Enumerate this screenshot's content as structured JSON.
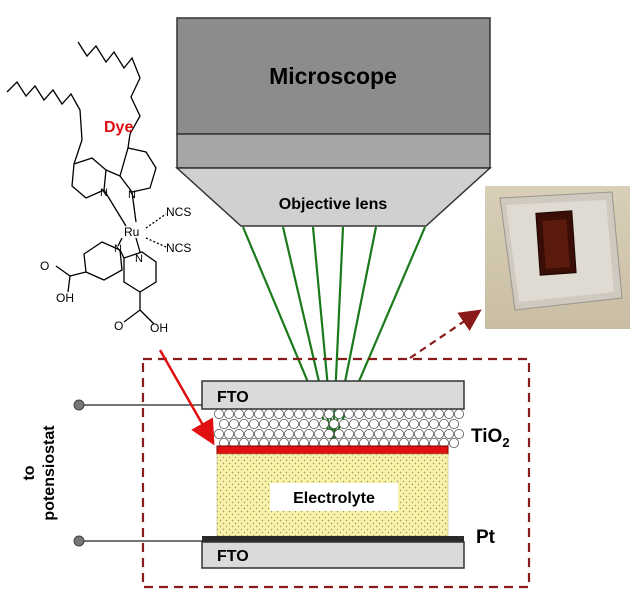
{
  "diagram": {
    "microscope_label": "Microscope",
    "objective_label": "Objective lens",
    "dye_label": "Dye",
    "fto_top_label": "FTO",
    "fto_bottom_label": "FTO",
    "tio2_label_main": "TiO",
    "tio2_label_sub": "2",
    "electrolyte_label": "Electrolyte",
    "pt_label": "Pt",
    "potentiostat_label_line1": "to",
    "potentiostat_label_line2": "potensiostat",
    "chem_labels": {
      "ru": "Ru",
      "ncs_1": "NCS",
      "ncs_2": "NCS",
      "oh_1": "OH",
      "oh_2": "OH",
      "o_1": "O",
      "o_2": "O",
      "n_1": "N",
      "n_2": "N",
      "n_3": "N",
      "n_4": "N"
    },
    "colors": {
      "microscope_gray": "#8c8c8c",
      "lens_gray": "#c8c8c8",
      "beam_green": "#1a7a1a",
      "dye_red": "#e01010",
      "electrolyte_yellow": "#f5f0a0",
      "frame_darkred": "#8b1a1a",
      "fto_gray": "#dadada"
    }
  }
}
